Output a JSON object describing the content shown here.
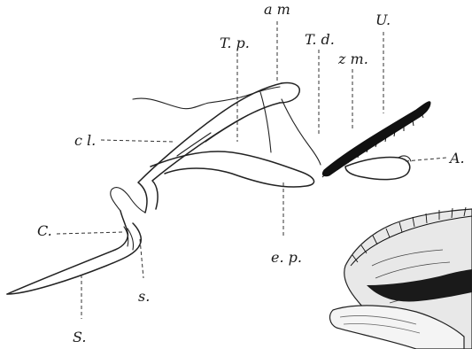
{
  "labels": {
    "am": "a m",
    "tp": "T. p.",
    "td": "T. d.",
    "zm": "z m.",
    "u": "U.",
    "cl": "c l.",
    "a": "A.",
    "c": "C.",
    "ep": "e. p.",
    "s_small": "s.",
    "s_big": "S."
  }
}
